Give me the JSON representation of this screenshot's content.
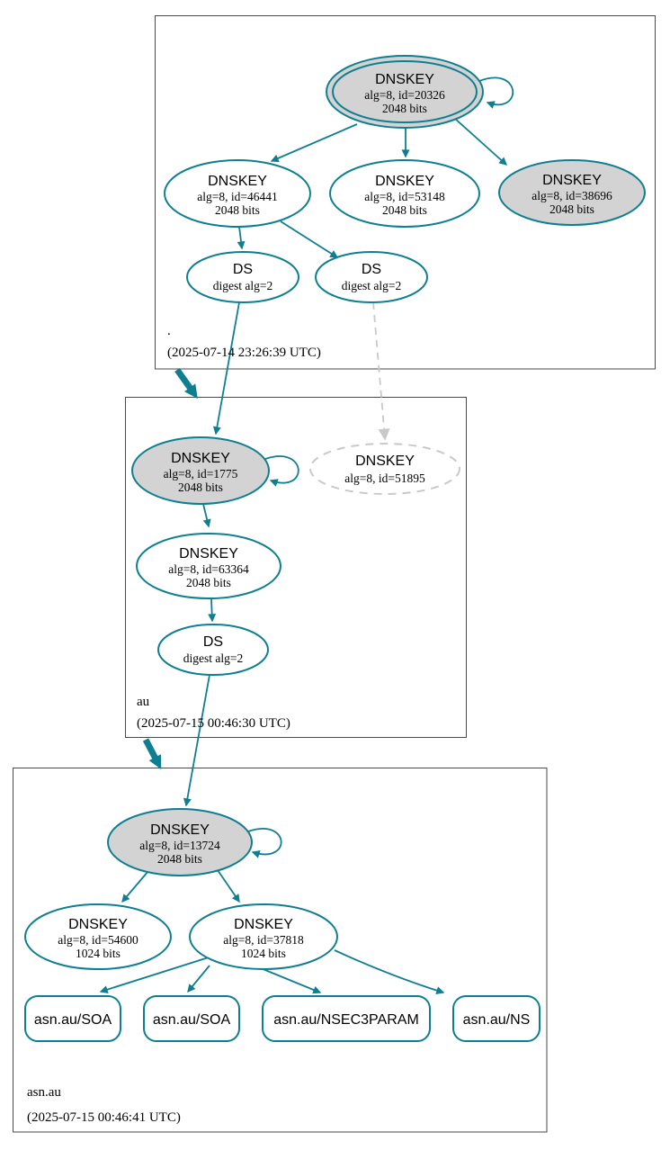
{
  "colors": {
    "edge_teal": "#0e7f91",
    "node_fill_gray": "#d3d3d3",
    "dashed_gray": "#c9c9c9",
    "box_border": "#4a4a4a",
    "background": "#ffffff",
    "text": "#000000"
  },
  "zones": [
    {
      "label": ".",
      "timestamp": "(2025-07-14 23:26:39 UTC)",
      "nodes": {
        "k20326": {
          "title": "DNSKEY",
          "alg": "alg=8, id=20326",
          "bits": "2048 bits"
        },
        "k46441": {
          "title": "DNSKEY",
          "alg": "alg=8, id=46441",
          "bits": "2048 bits"
        },
        "k53148": {
          "title": "DNSKEY",
          "alg": "alg=8, id=53148",
          "bits": "2048 bits"
        },
        "k38696": {
          "title": "DNSKEY",
          "alg": "alg=8, id=38696",
          "bits": "2048 bits"
        },
        "ds1": {
          "title": "DS",
          "alg": "digest alg=2"
        },
        "ds2": {
          "title": "DS",
          "alg": "digest alg=2"
        }
      }
    },
    {
      "label": "au",
      "timestamp": "(2025-07-15 00:46:30 UTC)",
      "nodes": {
        "k1775": {
          "title": "DNSKEY",
          "alg": "alg=8, id=1775",
          "bits": "2048 bits"
        },
        "k51895": {
          "title": "DNSKEY",
          "alg": "alg=8, id=51895"
        },
        "k63364": {
          "title": "DNSKEY",
          "alg": "alg=8, id=63364",
          "bits": "2048 bits"
        },
        "ds": {
          "title": "DS",
          "alg": "digest alg=2"
        }
      }
    },
    {
      "label": "asn.au",
      "timestamp": "(2025-07-15 00:46:41 UTC)",
      "nodes": {
        "k13724": {
          "title": "DNSKEY",
          "alg": "alg=8, id=13724",
          "bits": "2048 bits"
        },
        "k54600": {
          "title": "DNSKEY",
          "alg": "alg=8, id=54600",
          "bits": "1024 bits"
        },
        "k37818": {
          "title": "DNSKEY",
          "alg": "alg=8, id=37818",
          "bits": "1024 bits"
        }
      },
      "rrsets": [
        "asn.au/SOA",
        "asn.au/SOA",
        "asn.au/NSEC3PARAM",
        "asn.au/NS"
      ]
    }
  ]
}
